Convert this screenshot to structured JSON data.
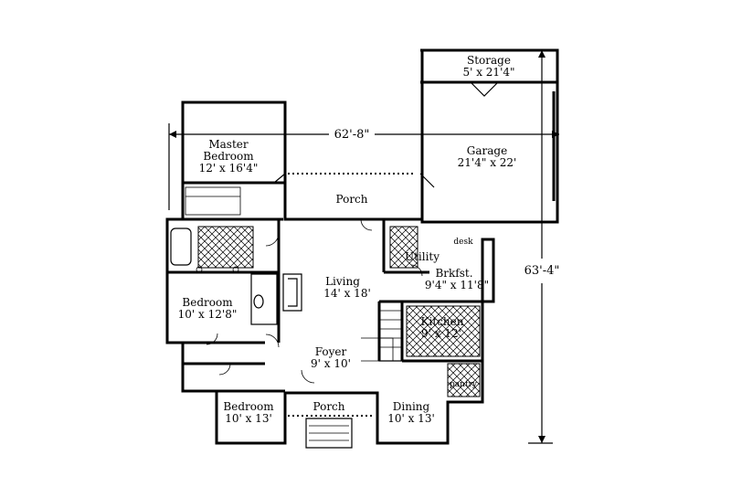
{
  "rooms": {
    "storage": {
      "name": "Storage",
      "size": "5' x 21'4\""
    },
    "master_bedroom": {
      "name_line1": "Master",
      "name_line2": "Bedroom",
      "size": "12' x 16'4\""
    },
    "garage": {
      "name": "Garage",
      "size": "21'4\" x 22'"
    },
    "rear_porch": {
      "name": "Porch"
    },
    "utility": {
      "name": "Utility"
    },
    "desk": {
      "name": "desk"
    },
    "living": {
      "name": "Living",
      "size": "14' x 18'"
    },
    "brkfst": {
      "name": "Brkfst.",
      "size": "9'4\" x 11'8\""
    },
    "bedroom_left": {
      "name": "Bedroom",
      "size": "10' x 12'8\""
    },
    "kitchen": {
      "name": "Kitchen",
      "size": "9' x 12'"
    },
    "foyer": {
      "name": "Foyer",
      "size": "9' x 10'"
    },
    "pantry": {
      "name": "pantry"
    },
    "bedroom_front": {
      "name": "Bedroom",
      "size": "10' x 13'"
    },
    "front_porch": {
      "name": "Porch"
    },
    "dining": {
      "name": "Dining",
      "size": "10' x 13'"
    }
  },
  "dimensions": {
    "width": "62'-8\"",
    "depth": "63'-4\""
  }
}
